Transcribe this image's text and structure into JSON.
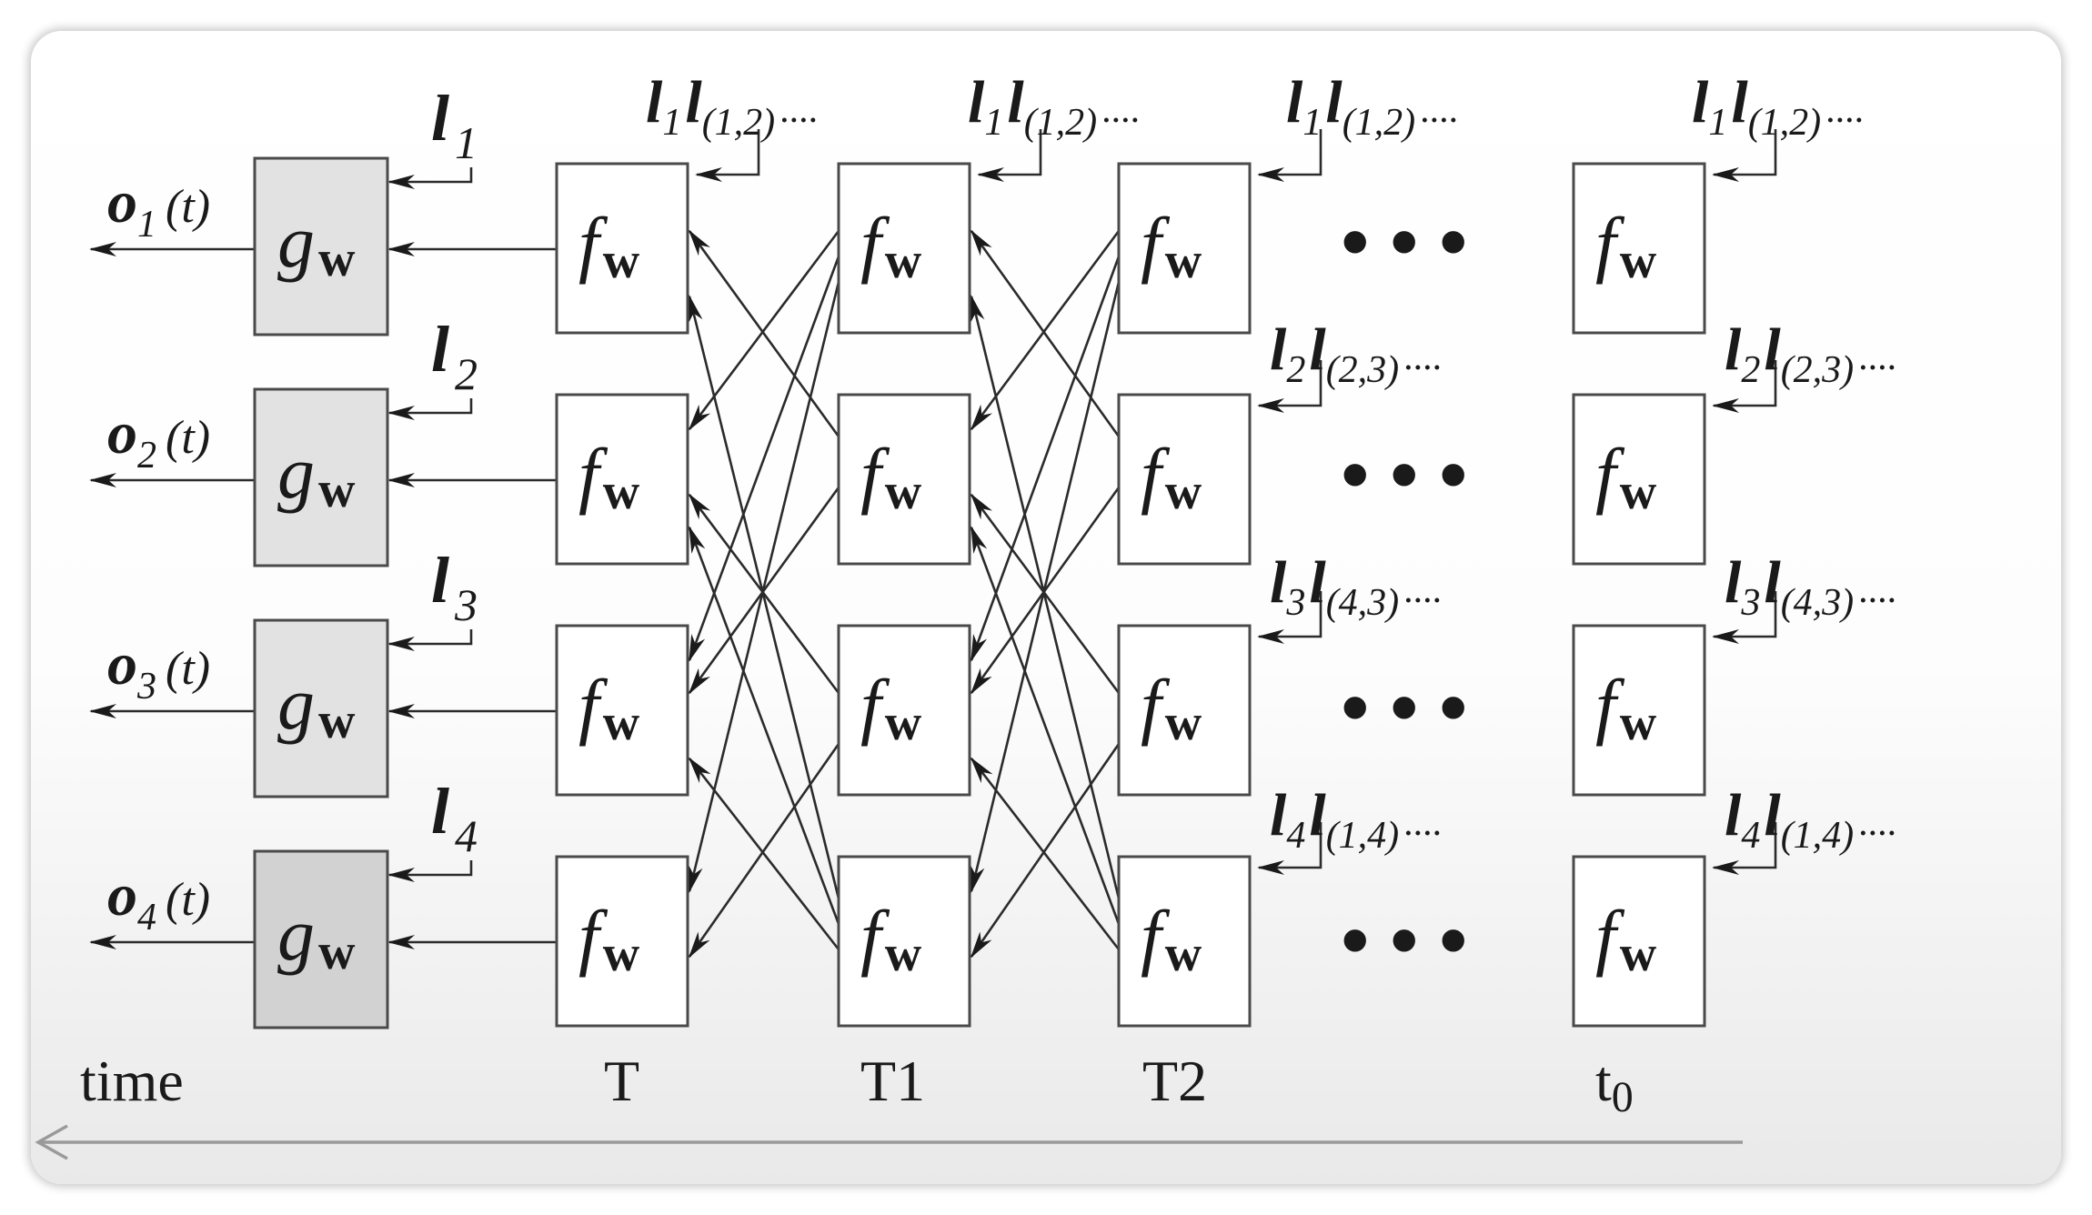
{
  "diagram": {
    "output_node_label": {
      "f": "g",
      "sub": "w"
    },
    "state_node_label": {
      "f": "f",
      "sub": "w"
    },
    "outputs": [
      {
        "o": "o",
        "i": "1",
        "t": "(t)"
      },
      {
        "o": "o",
        "i": "2",
        "t": "(t)"
      },
      {
        "o": "o",
        "i": "3",
        "t": "(t)"
      },
      {
        "o": "o",
        "i": "4",
        "t": "(t)"
      }
    ],
    "node_labels": [
      {
        "l": "l",
        "i": "1"
      },
      {
        "l": "l",
        "i": "2"
      },
      {
        "l": "l",
        "i": "3"
      },
      {
        "l": "l",
        "i": "4"
      }
    ],
    "edge_labels": [
      {
        "a": "l",
        "ai": "1",
        "b": "l",
        "bi": "(1,2)",
        "tail": "...."
      },
      {
        "a": "l",
        "ai": "2",
        "b": "l",
        "bi": "(2,3)",
        "tail": "...."
      },
      {
        "a": "l",
        "ai": "3",
        "b": "l",
        "bi": "(4,3)",
        "tail": "...."
      },
      {
        "a": "l",
        "ai": "4",
        "b": "l",
        "bi": "(1,4)",
        "tail": "...."
      }
    ],
    "ellipsis": "• • •",
    "time_label": "time",
    "steps": [
      {
        "main": "T",
        "sub": ""
      },
      {
        "main": "T1",
        "sub": ""
      },
      {
        "main": "T2",
        "sub": ""
      },
      {
        "main": "t",
        "sub": "0"
      }
    ]
  }
}
